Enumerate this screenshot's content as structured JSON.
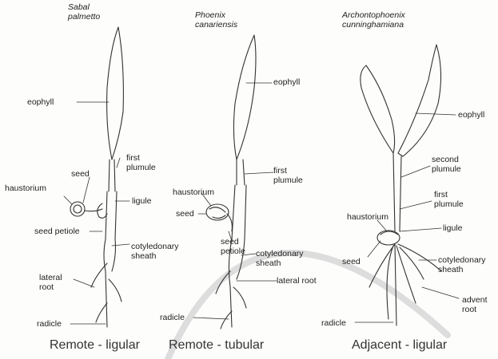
{
  "species": {
    "sabal": "Sabal\npalmetto",
    "phoenix": "Phoenix\ncanariensis",
    "archonto": "Archontophoenix\ncunninghamiana"
  },
  "labels_left": {
    "eophyll": "eophyll",
    "first_plumule": "first\nplumule",
    "seed": "seed",
    "haustorium": "haustorium",
    "ligule": "ligule",
    "seed_petiole": "seed petiole",
    "cotyledonary_sheath": "cotyledonary\nsheath",
    "lateral_root": "lateral\nroot",
    "radicle": "radicle"
  },
  "labels_middle": {
    "eophyll": "eophyll",
    "first_plumule": "first\nplumule",
    "haustorium": "haustorium",
    "seed": "seed",
    "seed_petiole": "seed\npetiole",
    "cotyledonary_sheath": "cotyledonary\nsheath",
    "lateral_root": "lateral root",
    "radicle": "radicle"
  },
  "labels_right": {
    "eophyll": "eophyll",
    "second_plumule": "second\nplumule",
    "first_plumule": "first\nplumule",
    "haustorium": "haustorium",
    "ligule": "ligule",
    "seed": "seed",
    "cotyledonary_sheath": "cotyledonary\nsheath",
    "adventitious_root": "advent\nroot",
    "radicle": "radicle"
  },
  "captions": {
    "left": "Remote - ligular",
    "middle": "Remote - tubular",
    "right": "Adjacent - ligular"
  }
}
